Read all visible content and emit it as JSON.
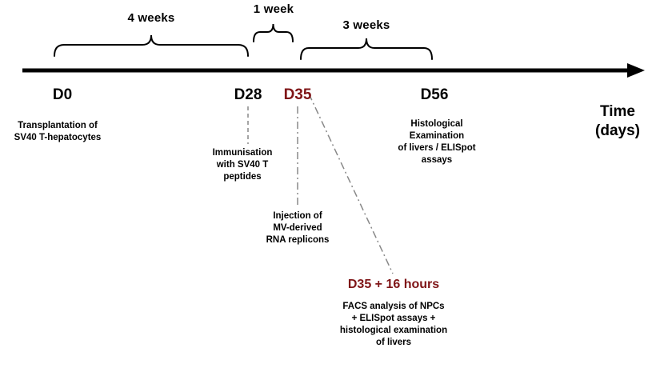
{
  "colors": {
    "timeline": "#000000",
    "timepoint_highlight": "#7f1517",
    "connector": "#888888"
  },
  "timeline": {
    "axis_label": "Time\n(days)",
    "intervals": [
      {
        "label": "4 weeks"
      },
      {
        "label": "1 week"
      },
      {
        "label": "3 weeks"
      }
    ],
    "timepoints": [
      {
        "label": "D0",
        "description": "Transplantation of\nSV40 T-hepatocytes"
      },
      {
        "label": "D28",
        "description": "Immunisation\nwith SV40 T\npeptides"
      },
      {
        "label": "D35",
        "description": "Injection of\nMV-derived\nRNA replicons"
      },
      {
        "label": "D56",
        "description": "Histological\nExamination\nof livers / ELISpot\nassays"
      }
    ],
    "followup": {
      "label": "D35 + 16 hours",
      "description": "FACS analysis of NPCs\n+ ELISpot assays +\nhistological examination\nof livers"
    }
  }
}
